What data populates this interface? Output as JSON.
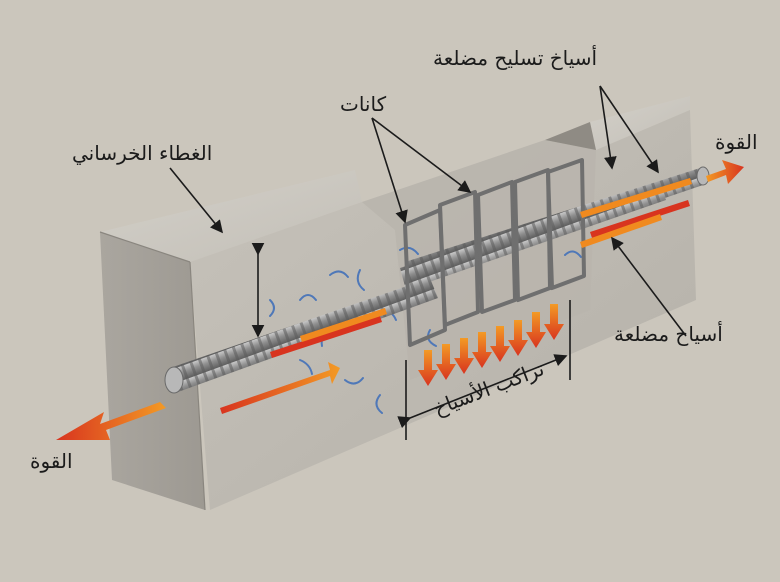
{
  "labels": {
    "force_right": "القوة",
    "force_left": "القوة",
    "ribbed_reinforcement_bars": "أسياخ تسليح مضلعة",
    "stirrups": "كانات",
    "concrete_cover": "الغطاء الخرساني",
    "ribbed_bars": "أسياخ مضلعة",
    "bar_lap": "تراكب الأسياخ"
  },
  "colors": {
    "background": "#cbc6bc",
    "concrete_top": "#c9c6bf",
    "concrete_front": "#bdb9b1",
    "concrete_left": "#a9a59e",
    "rebar": "#8e8e8e",
    "stirrup": "#6f6f6f",
    "arrow_red": "#d8341f",
    "arrow_orange": "#f08a1f",
    "stress_blue": "#4f78b8",
    "text": "#1b1b1b"
  }
}
